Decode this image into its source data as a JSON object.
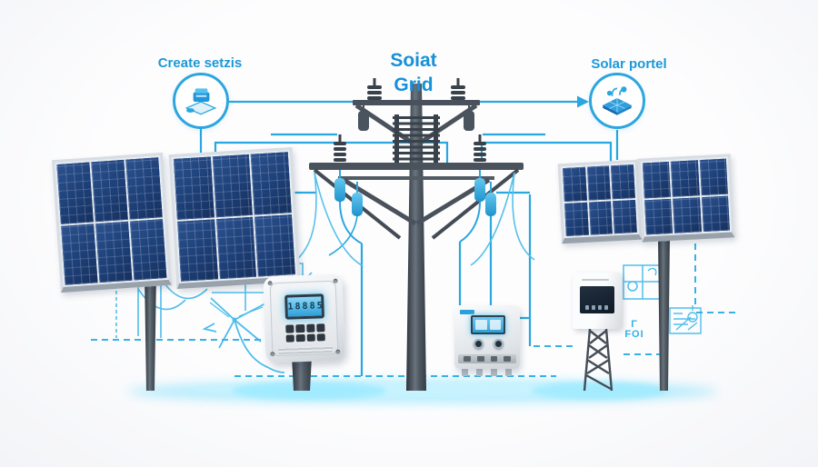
{
  "title": "Solar grid integration diagram",
  "labels": {
    "left": "Create setzis",
    "center_line1": "Soiat",
    "center_line2": "Grid",
    "right": "Solar portel",
    "note_line1": "Γ",
    "note_line2": "FOI"
  },
  "devices": {
    "left_inverter_lcd": "18885"
  },
  "icons": [
    {
      "name": "printer-device-icon",
      "meaning": "create/settings device inside left circle"
    },
    {
      "name": "solar-panel-sprout-icon",
      "meaning": "solar tile with sprouts inside right circle"
    },
    {
      "name": "arrow-right-icon",
      "meaning": "flow arrow toward solar portal"
    }
  ],
  "colors": {
    "label_blue": "#1b98d8",
    "line_blue": "#2aa7de",
    "sketch_blue": "#3bb5e9",
    "panel_navy": "#1d3f77",
    "pole_gray": "#49525c",
    "glow_cyan": "#8ee7ff"
  }
}
